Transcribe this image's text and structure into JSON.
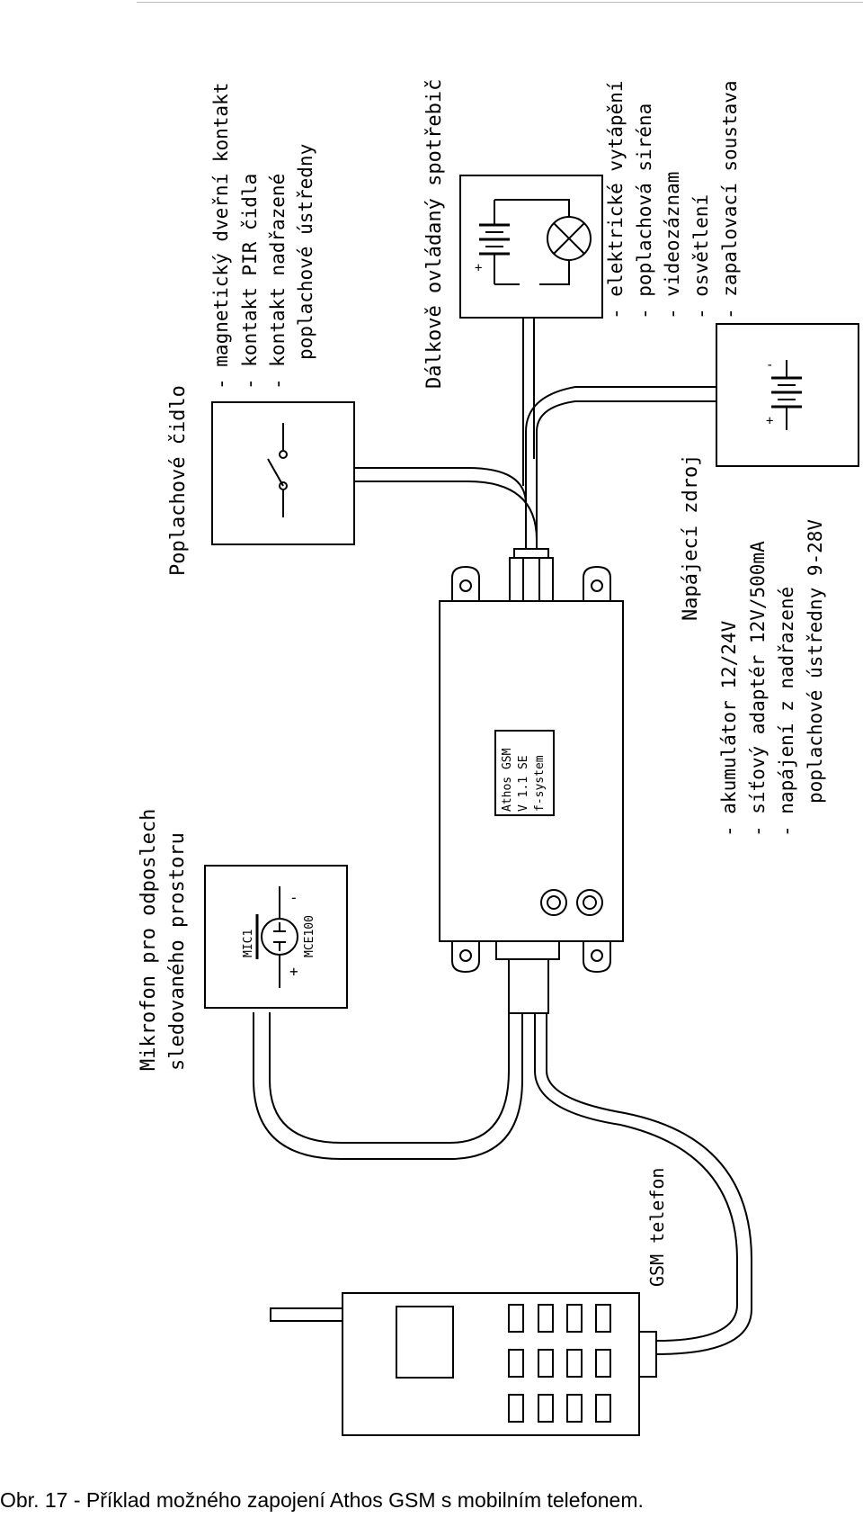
{
  "alarm_sensor": {
    "title": "Poplachové čidlo",
    "items": [
      "- magnetický dveřní kontakt",
      "- kontakt PIR čidla",
      "- kontakt nadřazené",
      "poplachové ústředny"
    ]
  },
  "remote_appliance": {
    "title": "Dálkově ovládaný spotřebič",
    "items": [
      "- elektrické vytápění",
      "- poplachová siréna",
      "- videozáznam",
      "- osvětlení",
      "- zapalovací soustava"
    ]
  },
  "power_supply": {
    "title": "Napájecí zdroj",
    "items": [
      "- akumulátor 12/24V",
      "- síťový adaptér 12V/500mA",
      "- napájení z nadřazené",
      "poplachové ústředny 9-28V"
    ]
  },
  "microphone": {
    "title_line1": "Mikrofon pro odposlech",
    "title_line2": "sledovaného prostoru",
    "label_mic": "MIC1",
    "label_model": "MCE100",
    "plus": "+",
    "minus": "-"
  },
  "device": {
    "line1": "Athos GSM",
    "line2": "V 1.1 SE",
    "line3": "f-system"
  },
  "phone": {
    "label": "GSM telefon"
  },
  "battery_signs": {
    "plus": "+",
    "minus": "-"
  },
  "caption": "Obr. 17 - Příklad možného zapojení Athos GSM s mobilním telefonem."
}
